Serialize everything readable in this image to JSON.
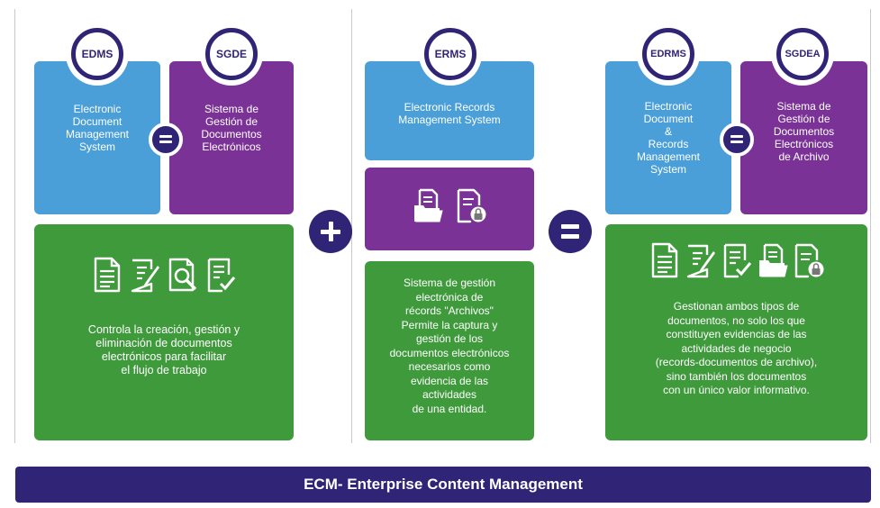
{
  "left": {
    "badge1": "EDMS",
    "badge2": "SGDE",
    "blue_text": "Electronic\nDocument\nManagement\nSystem",
    "purple_text": "Sistema de\nGestión de\nDocumentos\nElectrónicos",
    "green_text": "Controla la creación, gestión y\neliminación de documentos\nelectrónicos para facilitar\nel flujo de trabajo"
  },
  "middle": {
    "badge": "ERMS",
    "blue_text": "Electronic Records\nManagement System",
    "green_text": "Sistema de gestión\nelectrónica de\nrécords \"Archivos\"\nPermite la captura y\ngestión de los\ndocumentos electrónicos\nnecesarios como\nevidencia de las\nactividades\nde una entidad."
  },
  "right": {
    "badge1": "EDRMS",
    "badge2": "SGDEA",
    "blue_text": "Electronic\nDocument\n&\nRecords\nManagement\nSystem",
    "purple_text": "Sistema de\nGestión de\nDocumentos\nElectrónicos\nde Archivo",
    "green_text": "Gestionan ambos tipos de\ndocumentos, no solo los que\nconstituyen evidencias de las\nactividades de  negocio\n(records-documentos de archivo),\nsino también los documentos\ncon un único valor informativo."
  },
  "banner": "ECM- Enterprise Content Management",
  "colors": {
    "blue": "#4a9fd8",
    "purple": "#7b3296",
    "green": "#3f9a3c",
    "navy": "#2f2476"
  },
  "icons": {
    "left": [
      "document-icon",
      "edit-document-icon",
      "search-document-icon",
      "checklist-document-icon"
    ],
    "middle": [
      "folder-documents-icon",
      "locked-document-icon"
    ],
    "right": [
      "document-icon",
      "edit-document-icon",
      "checklist-document-icon",
      "folder-documents-icon",
      "locked-document-icon"
    ]
  }
}
